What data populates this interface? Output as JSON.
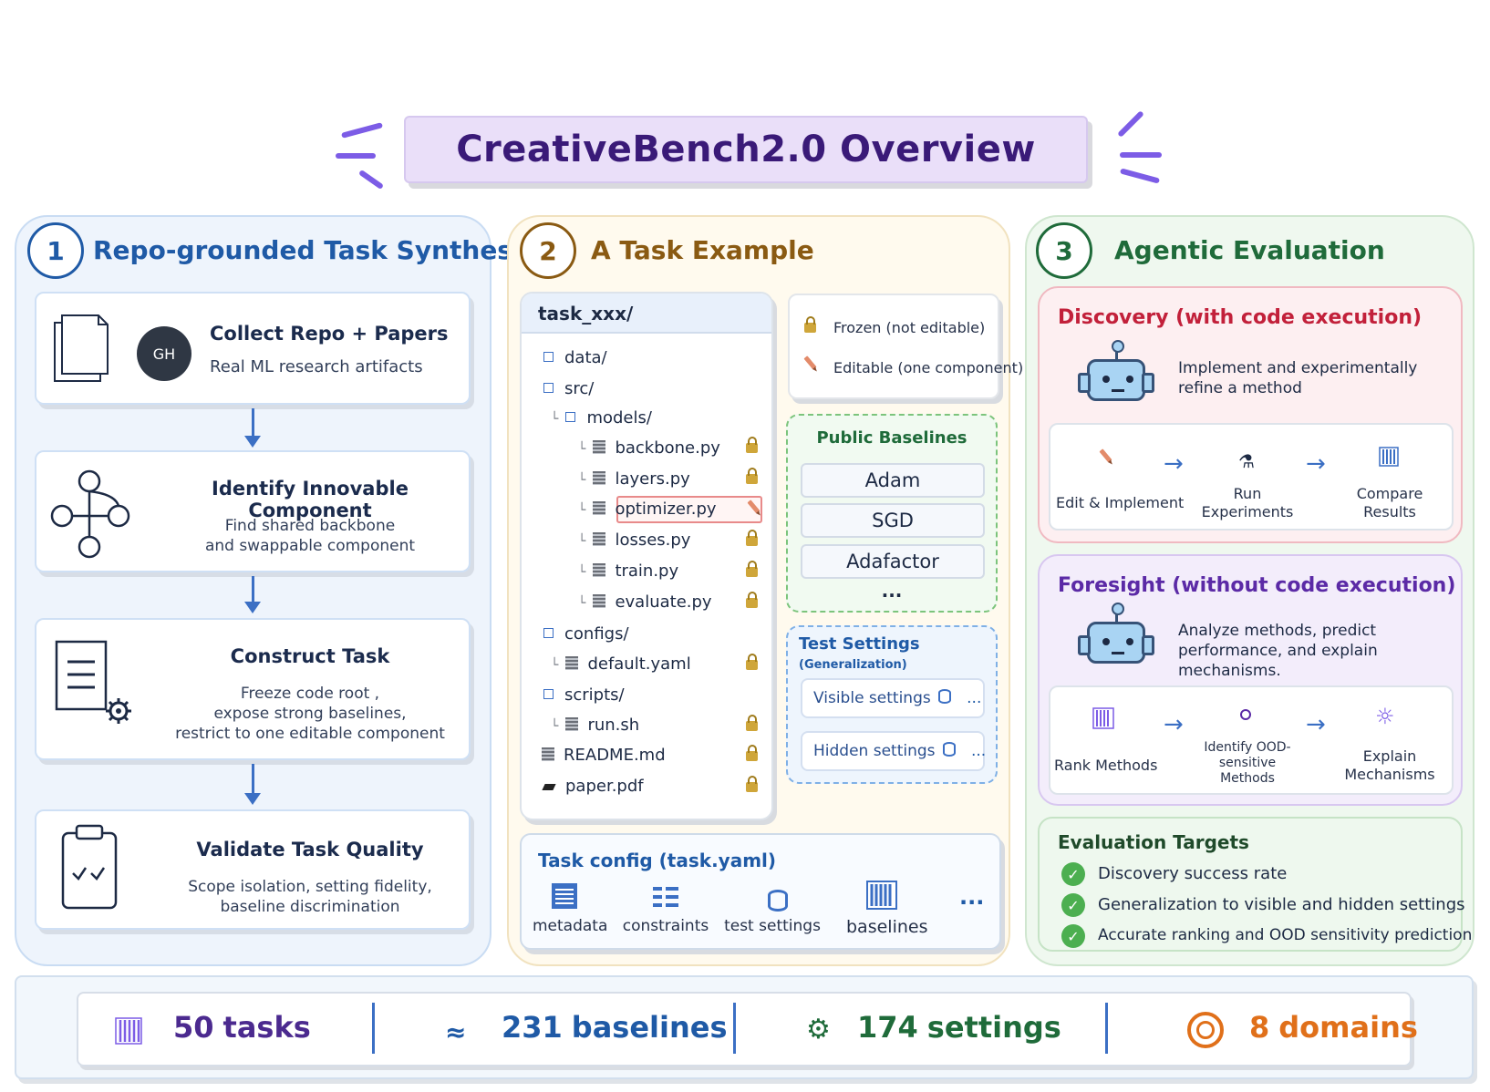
{
  "title": "CreativeBench2.0 Overview",
  "col1": {
    "num": "1",
    "title": "Repo-grounded Task Synthesis",
    "steps": [
      {
        "title": "Collect Repo + Papers",
        "sub": "Real ML research artifacts",
        "badge": "GH"
      },
      {
        "title": "Identify Innovable Component",
        "sub1": "Find shared backbone",
        "sub2": "and swappable component"
      },
      {
        "title": "Construct Task",
        "sub1": "Freeze code root ,",
        "sub2": "expose strong baselines,",
        "sub3": "restrict to one editable component"
      },
      {
        "title": "Validate Task Quality",
        "sub1": "Scope isolation, setting fidelity,",
        "sub2": "baseline discrimination"
      }
    ]
  },
  "col2": {
    "num": "2",
    "title": "A Task Example",
    "tree": {
      "root": "task_xxx/",
      "items": [
        "data/",
        "src/",
        "models/",
        "backbone.py",
        "layers.py",
        "optimizer.py",
        "losses.py",
        "train.py",
        "evaluate.py",
        "configs/",
        "default.yaml",
        "scripts/",
        "run.sh",
        "README.md",
        "paper.pdf"
      ]
    },
    "legend": {
      "frozen": "Frozen (not editable)",
      "editable": "Editable (one component)"
    },
    "baselines": {
      "title": "Public Baselines",
      "items": [
        "Adam",
        "SGD",
        "Adafactor"
      ],
      "more": "..."
    },
    "test_settings": {
      "title": "Test Settings",
      "subtitle": "(Generalization)",
      "visible": "Visible settings",
      "hidden": "Hidden settings",
      "more": "..."
    },
    "config": {
      "title": "Task config (task.yaml)",
      "items": [
        "metadata",
        "constraints",
        "test settings",
        "baselines"
      ],
      "more": "..."
    }
  },
  "col3": {
    "num": "3",
    "title": "Agentic Evaluation",
    "discovery": {
      "title": "Discovery (with code execution)",
      "desc1": "Implement and experimentally",
      "desc2": "refine a method",
      "steps": [
        "Edit & Implement",
        "Run",
        "Experiments",
        "Compare",
        "Results"
      ],
      "arrow": "→"
    },
    "foresight": {
      "title": "Foresight (without code execution)",
      "desc1": "Analyze methods, predict",
      "desc2": "performance, and explain",
      "desc3": "mechanisms.",
      "steps": [
        "Rank Methods",
        "Identify OOD-",
        "sensitive",
        "Methods",
        "Explain",
        "Mechanisms"
      ],
      "arrow": "→"
    },
    "targets": {
      "title": "Evaluation Targets",
      "items": [
        "Discovery success rate",
        "Generalization to visible and hidden settings",
        "Accurate ranking and OOD sensitivity prediction"
      ]
    }
  },
  "stats": [
    {
      "num": "50",
      "label": "tasks",
      "color": "#4b2a8f",
      "icon": "≡"
    },
    {
      "num": "231",
      "label": "baselines",
      "color": "#1f5aa6",
      "icon": "≈"
    },
    {
      "num": "174",
      "label": "settings",
      "color": "#1f6b3a",
      "icon": "⚙"
    },
    {
      "num": "8",
      "label": "domains",
      "color": "#e0701a",
      "icon": "◎"
    }
  ],
  "colors": {
    "col1": "#1f5aa6",
    "col2": "#8a5a12",
    "col3": "#1f6b3a",
    "discovery": "#c2203a",
    "foresight": "#5b2aa6"
  }
}
